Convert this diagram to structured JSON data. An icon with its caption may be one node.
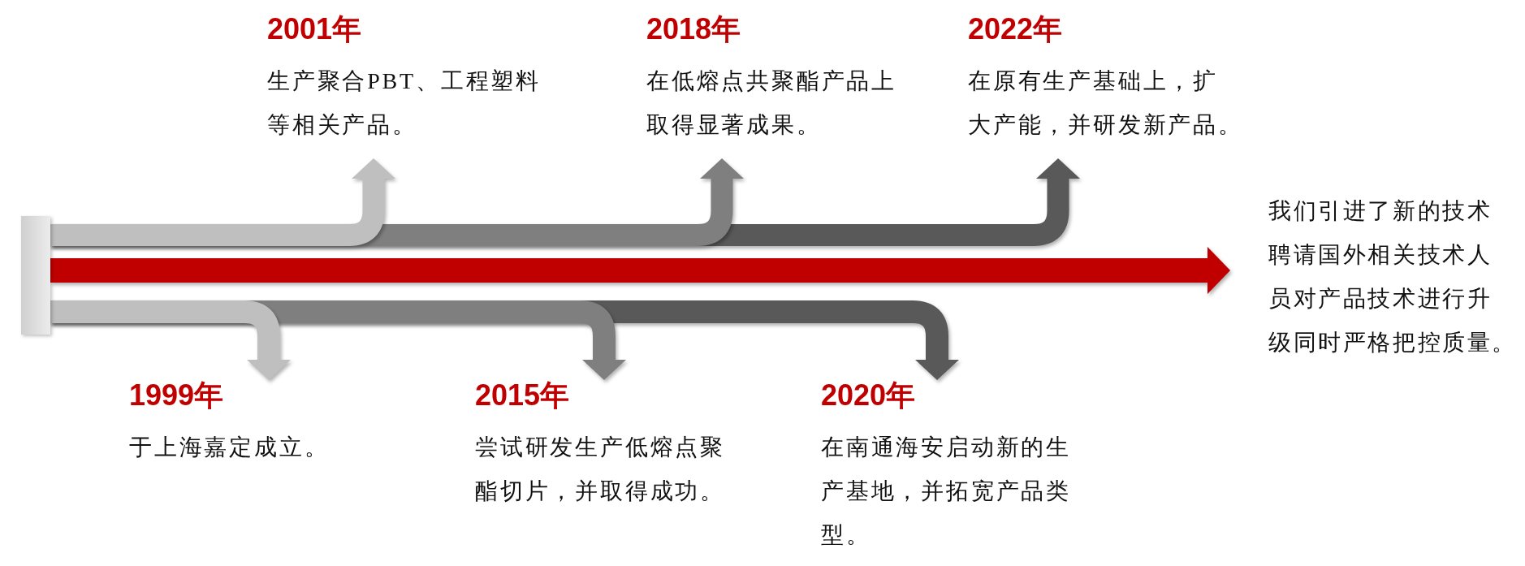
{
  "diagram": {
    "nodes": [
      {
        "text": [],
        "shape": "bar"
      },
      {
        "text": [
          "2001年",
          "生产聚合PBT、工程塑料等相关产品。"
        ]
      },
      {
        "text": [
          "2018年",
          "在低熔点共聚酯产品上取得显著成果。"
        ]
      },
      {
        "text": [
          "2022年",
          "在原有生产基础上，扩大产能，并研发新产品。"
        ]
      },
      {
        "text": [
          "我们引进了新的技术聘请国外相关技术人员对产品技术进行升级同时严格把控质量。"
        ]
      },
      {
        "text": [
          "1999年",
          "于上海嘉定成立。"
        ]
      },
      {
        "text": [
          "2015年",
          "尝试研发生产低熔点聚酯切片，并取得成功。"
        ]
      },
      {
        "text": [
          "2020年",
          "在南通海安启动新的生产基地，并拓宽产品类型。"
        ]
      }
    ],
    "edges": [
      {
        "from": 0,
        "to": 3,
        "arrow": "to",
        "color": "#595959"
      },
      {
        "from": 0,
        "to": 2,
        "arrow": "to",
        "color": "#7f7f7f"
      },
      {
        "from": 0,
        "to": 1,
        "arrow": "to",
        "color": "#bfbfbf"
      },
      {
        "from": 0,
        "to": 7,
        "arrow": "to",
        "color": "#595959"
      },
      {
        "from": 0,
        "to": 6,
        "arrow": "to",
        "color": "#7f7f7f"
      },
      {
        "from": 0,
        "to": 5,
        "arrow": "to",
        "color": "#bfbfbf"
      },
      {
        "from": 0,
        "to": 4,
        "arrow": "to",
        "color": "#c00000"
      }
    ]
  }
}
